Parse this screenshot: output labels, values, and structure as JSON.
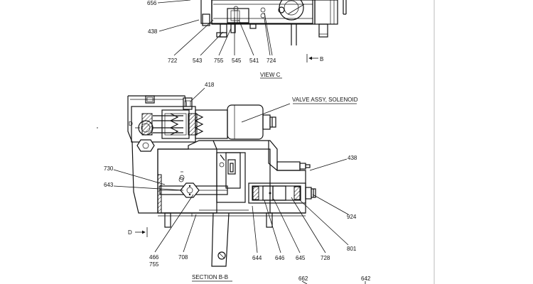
{
  "view_c": {
    "title": "VIEW  C",
    "labels": {
      "p656": "656",
      "p438": "438",
      "p722": "722",
      "p543": "543",
      "p755": "755",
      "p545": "545",
      "p541": "541",
      "p724": "724"
    },
    "arrow_b": "B"
  },
  "section_bb": {
    "title": "SECTION  B-B",
    "labels": {
      "p418": "418",
      "valve": "VALVE ASSY, SOLENOID",
      "p438": "438",
      "p730": "730",
      "p643": "643",
      "p924": "924",
      "p801": "801",
      "p466": "466",
      "p755": "755",
      "p708": "708",
      "p644": "644",
      "p646": "646",
      "p645": "645",
      "p728": "728",
      "p662": "662",
      "p642": "642"
    },
    "arrow_d_left": "D",
    "arrow_d_inner": "D"
  }
}
